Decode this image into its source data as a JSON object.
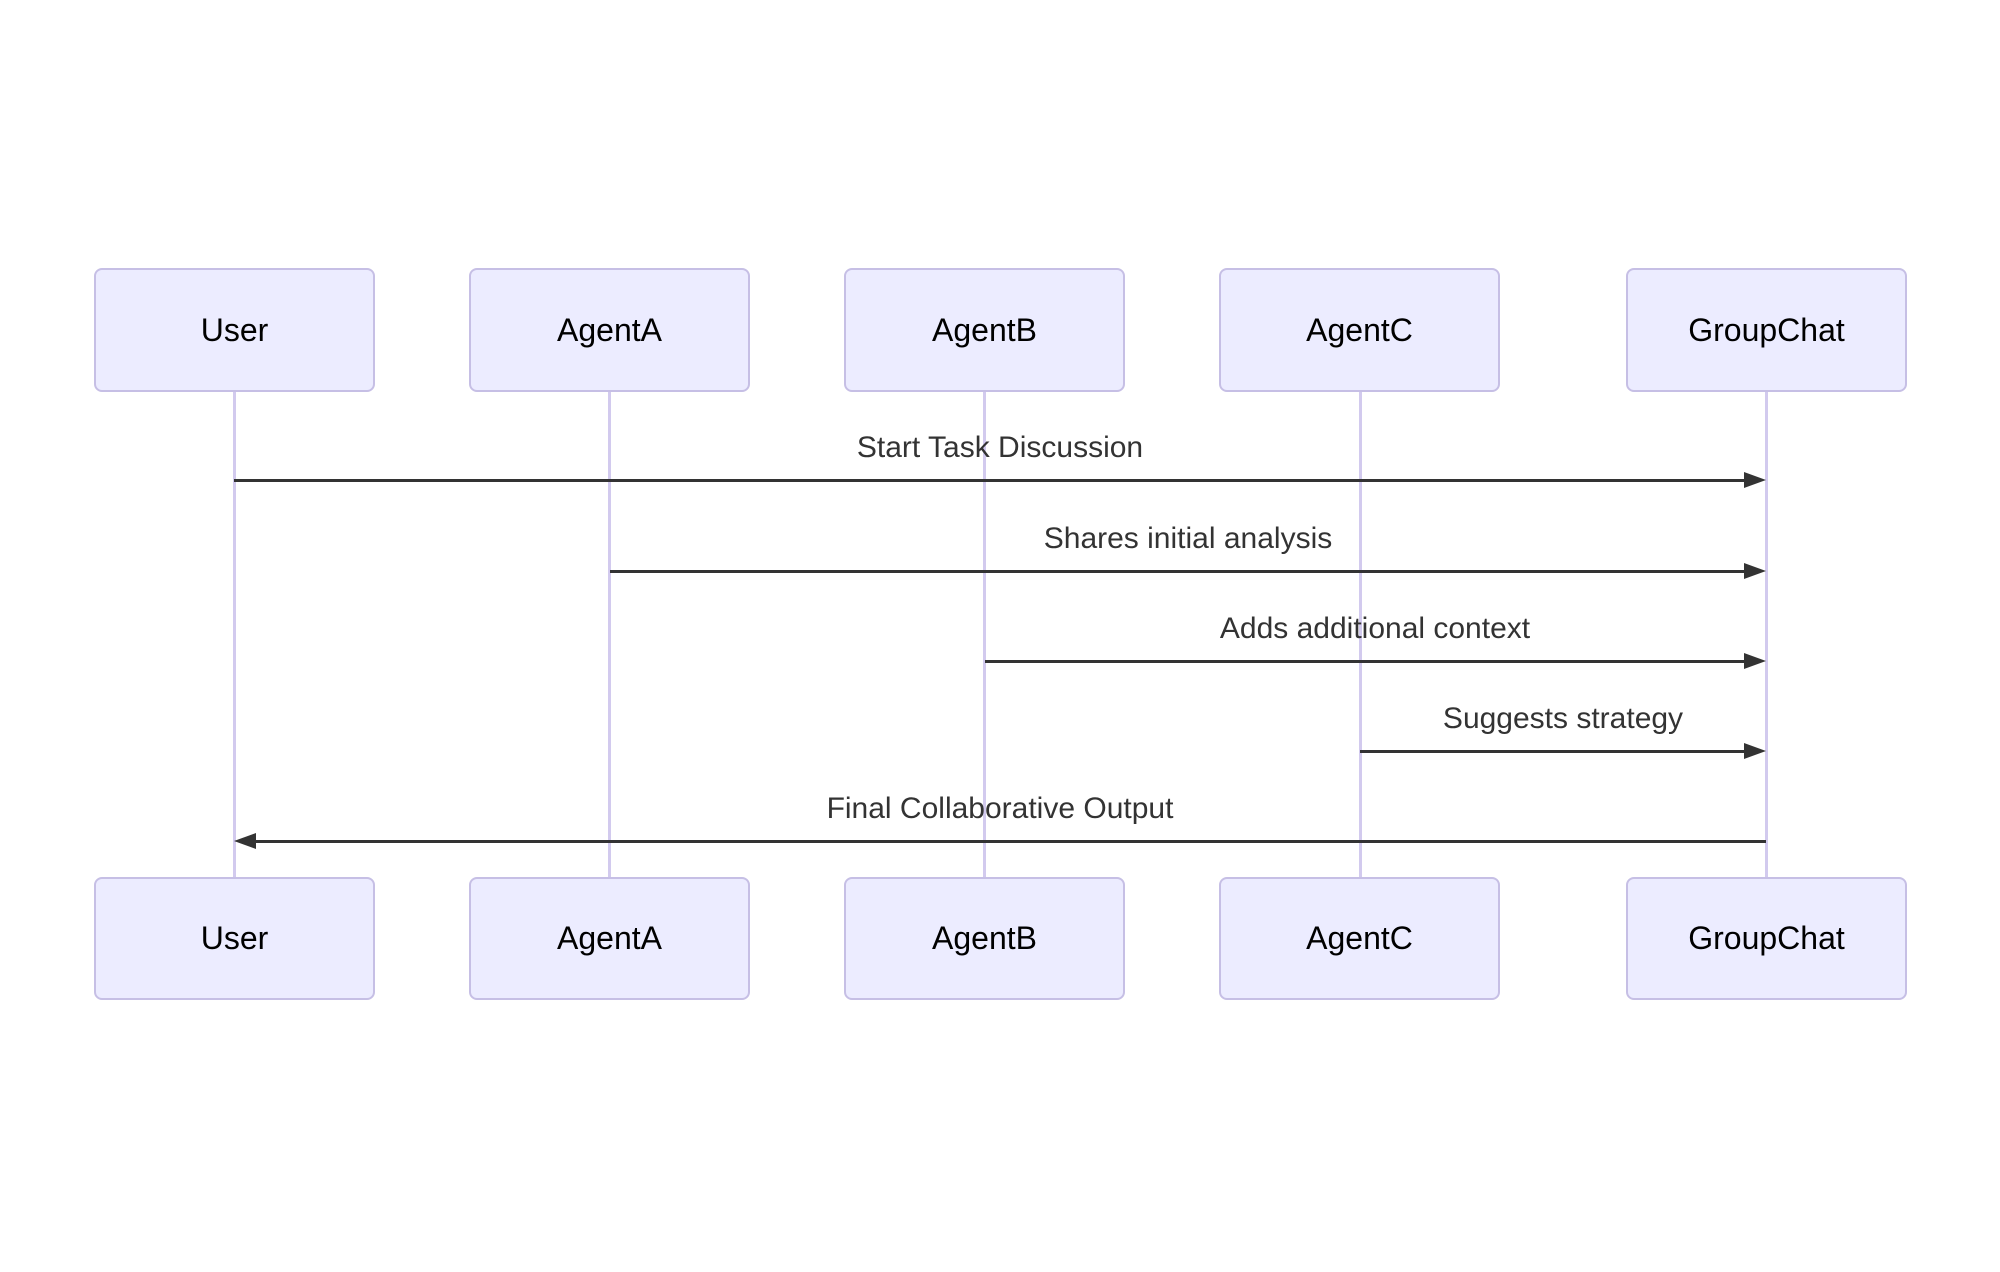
{
  "diagram": {
    "type": "sequence-diagram",
    "participants": [
      {
        "name": "User"
      },
      {
        "name": "AgentA"
      },
      {
        "name": "AgentB"
      },
      {
        "name": "AgentC"
      },
      {
        "name": "GroupChat"
      }
    ],
    "messages": [
      {
        "from": "User",
        "to": "GroupChat",
        "label": "Start Task Discussion",
        "direction": "right"
      },
      {
        "from": "AgentA",
        "to": "GroupChat",
        "label": "Shares initial analysis",
        "direction": "right"
      },
      {
        "from": "AgentB",
        "to": "GroupChat",
        "label": "Adds additional context",
        "direction": "right"
      },
      {
        "from": "AgentC",
        "to": "GroupChat",
        "label": "Suggests strategy",
        "direction": "right"
      },
      {
        "from": "GroupChat",
        "to": "User",
        "label": "Final Collaborative Output",
        "direction": "left"
      }
    ],
    "colors": {
      "background": "#FFFFFF",
      "actor_fill": "#ECECFF",
      "actor_border": "#C6BFE5",
      "lifeline": "#D2CAEE",
      "arrow": "#333333",
      "message_text": "#333333",
      "actor_text": "#000000"
    }
  }
}
